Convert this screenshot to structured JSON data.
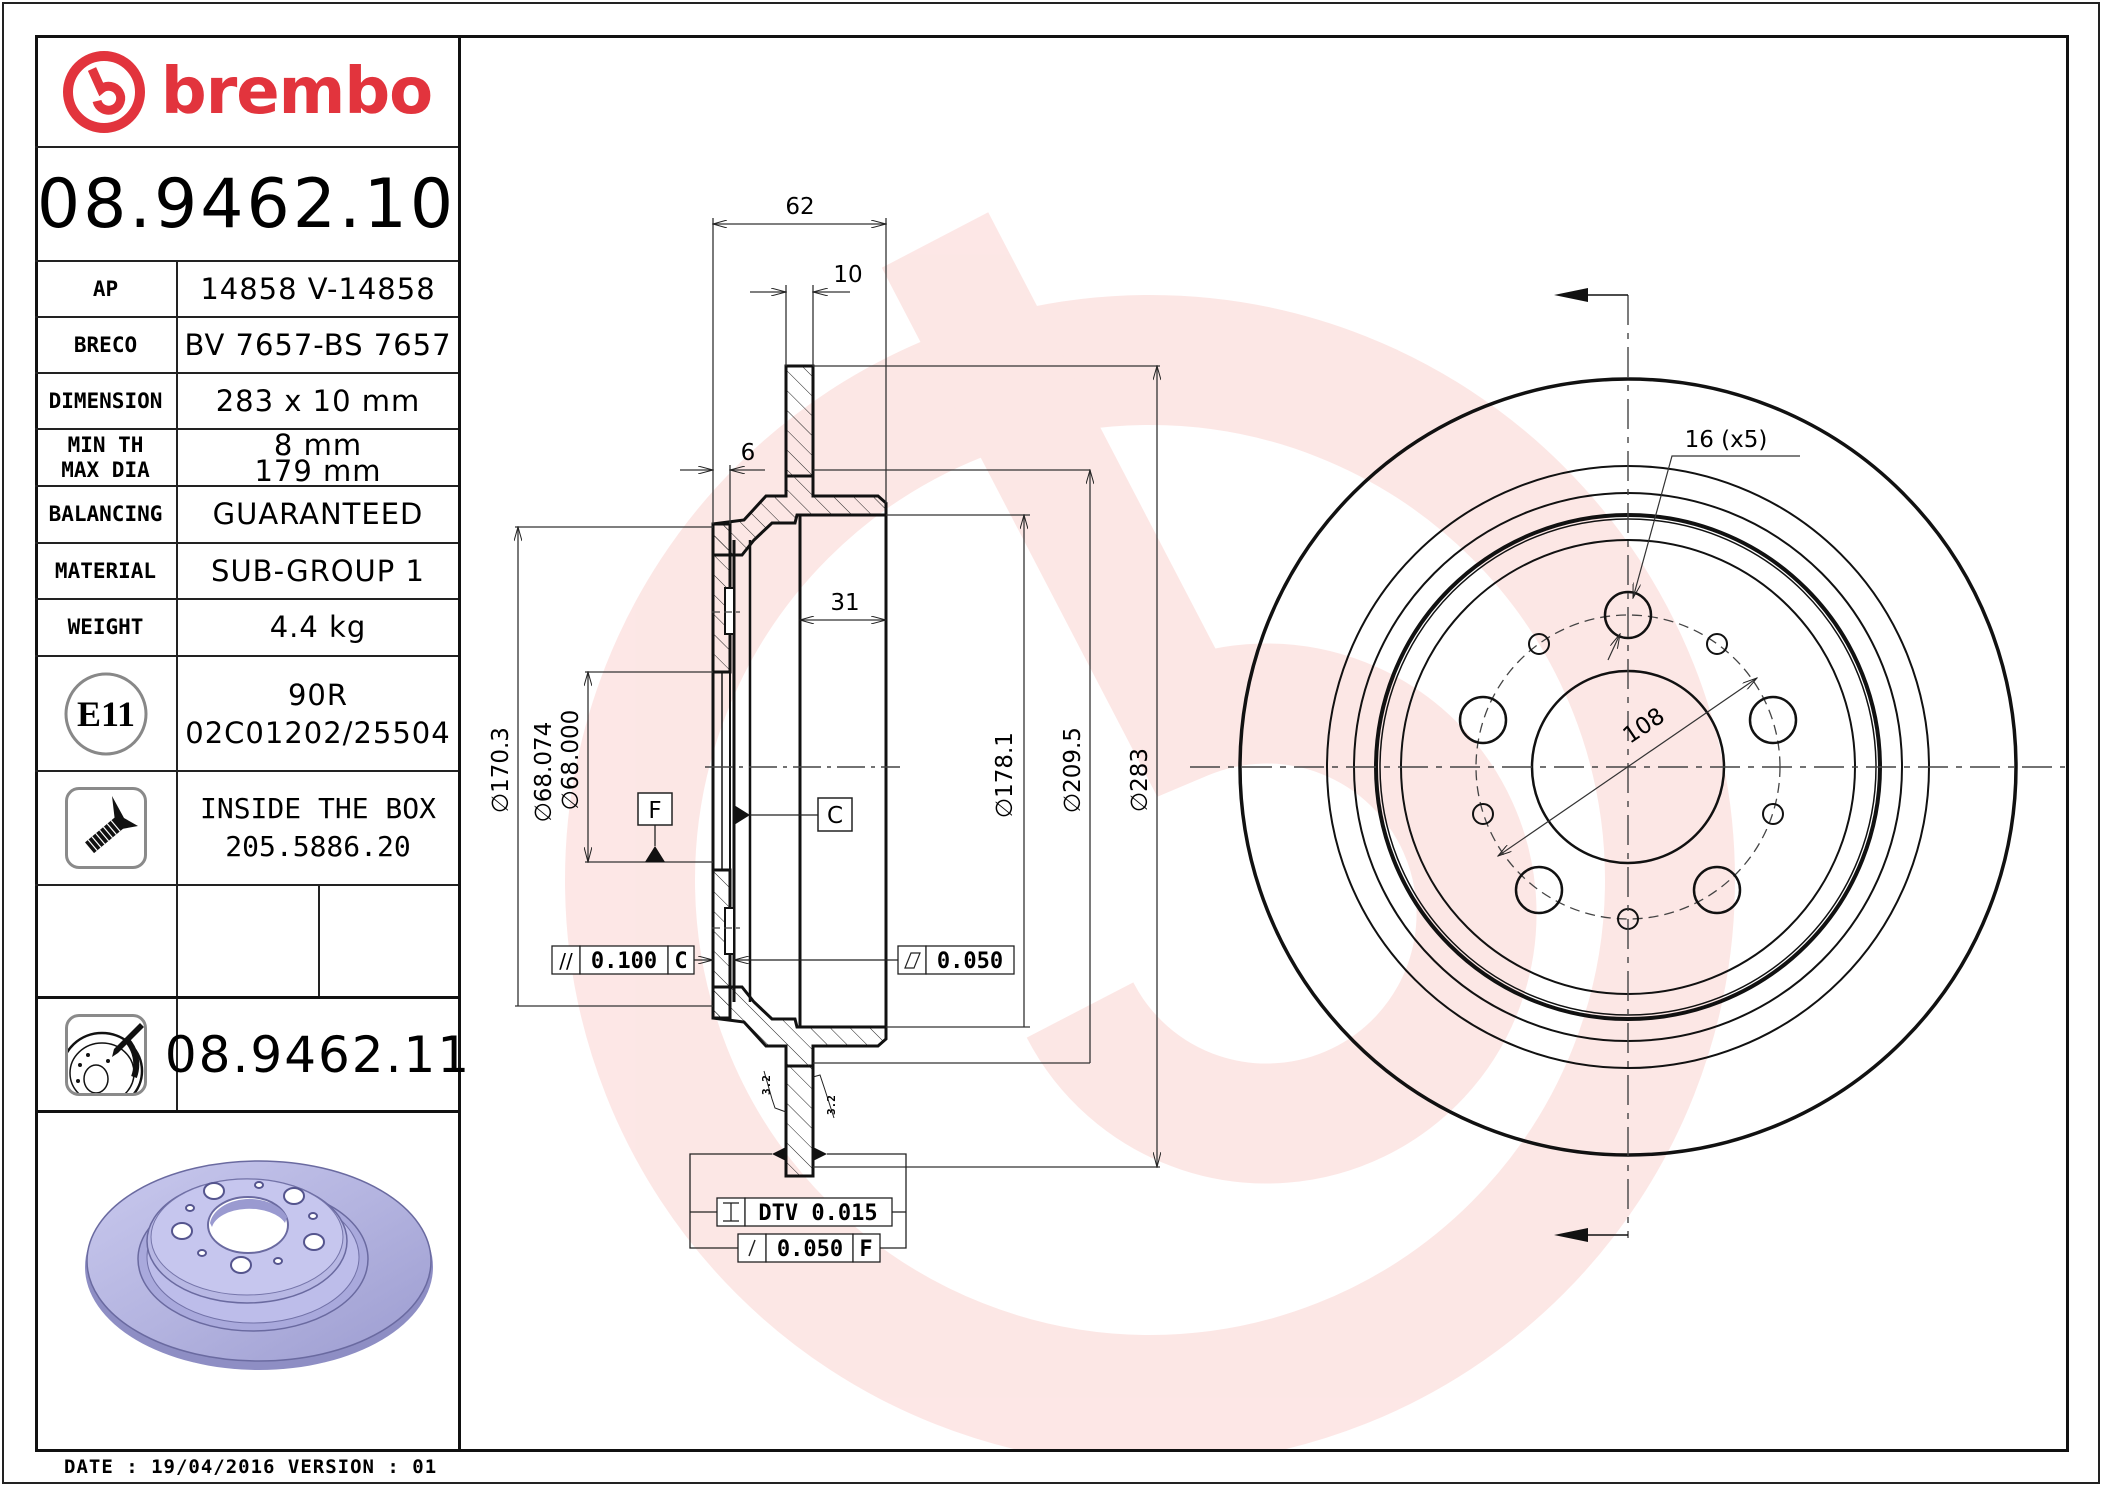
{
  "brand": {
    "name": "brembo",
    "color": "#e2343d",
    "watermark_color": "#fde7e5"
  },
  "part_number": "08.9462.10",
  "specs": [
    {
      "label": "AP",
      "value": "14858 V-14858"
    },
    {
      "label": "BRECO",
      "value": "BV 7657-BS 7657"
    },
    {
      "label": "DIMENSION",
      "value": "283 x 10 mm"
    },
    {
      "label_lines": [
        "MIN TH",
        "MAX DIA"
      ],
      "value_lines": [
        "8 mm",
        "179 mm"
      ]
    },
    {
      "label": "BALANCING",
      "value": "GUARANTEED"
    },
    {
      "label": "MATERIAL",
      "value": "SUB-GROUP 1"
    },
    {
      "label": "WEIGHT",
      "value": "4.4 kg"
    }
  ],
  "homologation": {
    "icon": "e11-approval-mark",
    "mark": "E11",
    "lines": [
      "90R",
      "02C01202/25504"
    ]
  },
  "hardware": {
    "icon": "screw-icon",
    "lines": [
      "INSIDE THE BOX",
      "205.5886.20"
    ]
  },
  "alternative": {
    "icon": "painted-disc-icon",
    "part_number": "08.9462.11"
  },
  "footer": {
    "date_label": "DATE",
    "date": "19/04/2016",
    "version_label": "VERSION",
    "version": "01",
    "text": "DATE : 19/04/2016 VERSION : 01"
  },
  "drawing": {
    "section_dims": {
      "overall_height": "62",
      "disc_thickness": "10",
      "hat_flange_thickness": "6",
      "hat_inner_depth": "31",
      "dia_hat_outer": "∅170.3",
      "dia_center_bore_max": "∅68.074",
      "dia_center_bore_min": "∅68.000",
      "dia_inner_friction": "∅178.1",
      "dia_hat_fillet": "∅209.5",
      "dia_outer": "∅283"
    },
    "datums": {
      "f": "F",
      "c": "C"
    },
    "tolerances": {
      "parallelism": {
        "symbol": "//",
        "value": "0.100",
        "datum": "C"
      },
      "flatness": {
        "symbol": "▱",
        "value": "0.050"
      },
      "dtv": {
        "symbol": "⌶",
        "value": "DTV 0.015"
      },
      "runout": {
        "symbol": "↗",
        "value": "0.050",
        "datum": "F"
      }
    },
    "surface_roughness": [
      "3.2",
      "3.2"
    ],
    "front_view": {
      "bolt_holes": "16 (x5)",
      "pcd": "108"
    }
  }
}
